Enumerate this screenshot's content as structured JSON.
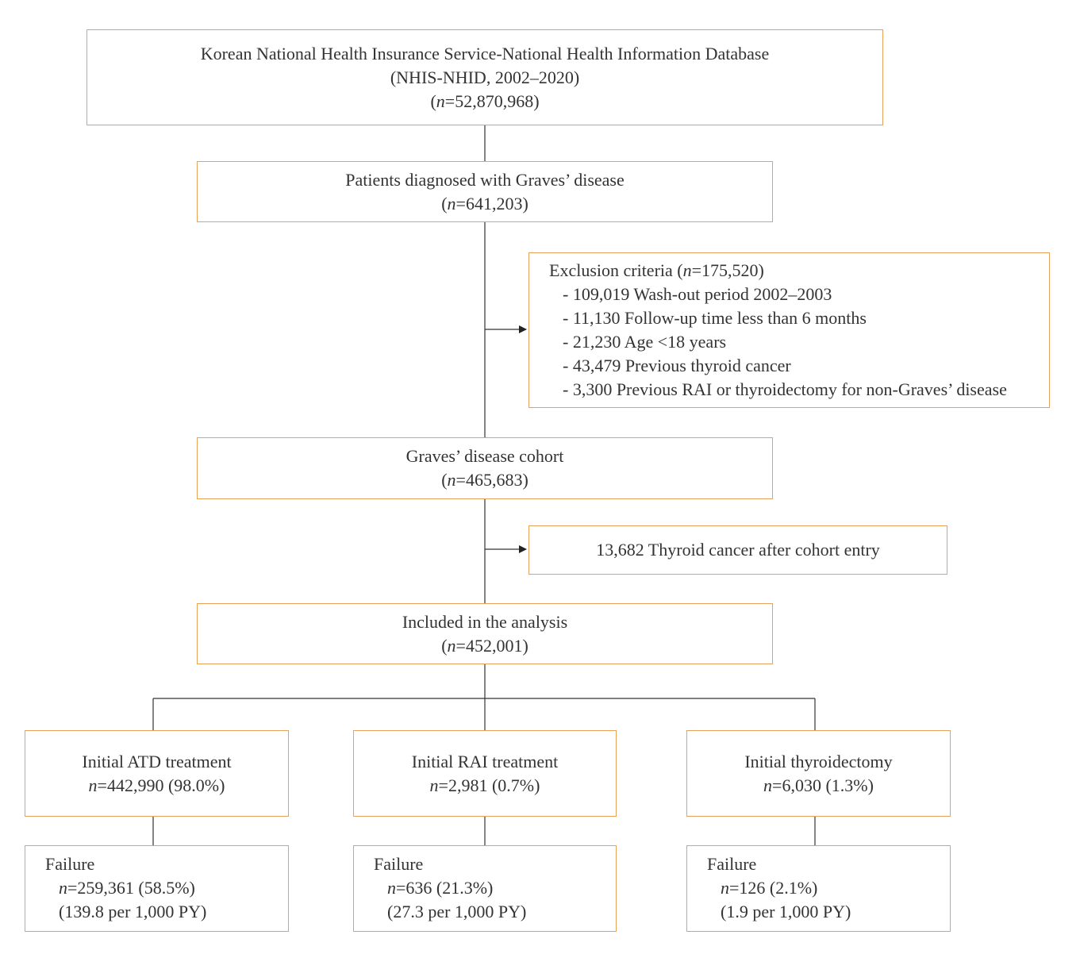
{
  "source": {
    "line1": "Korean National Health Insurance Service-National Health Information Database",
    "line2": "(NHIS-NHID, 2002–2020)",
    "n_prefix": "(",
    "n_var": "n",
    "n_value": "=52,870,968)"
  },
  "diagnosed": {
    "title": "Patients diagnosed with Graves’ disease",
    "n_prefix": "(",
    "n_var": "n",
    "n_value": "=641,203)"
  },
  "exclusion": {
    "title_prefix": "Exclusion criteria (",
    "n_var": "n",
    "title_suffix": "=175,520)",
    "items": [
      "- 109,019 Wash-out period 2002–2003",
      "- 11,130 Follow-up time less than 6 months",
      "- 21,230 Age <18 years",
      "- 43,479 Previous thyroid cancer",
      "- 3,300 Previous RAI or thyroidectomy for non-Graves’ disease"
    ]
  },
  "cohort": {
    "title": "Graves’ disease cohort",
    "n_prefix": "(",
    "n_var": "n",
    "n_value": "=465,683)"
  },
  "thyroid_cancer": {
    "label": "13,682 Thyroid cancer after cohort entry"
  },
  "included": {
    "title": "Included in the analysis",
    "n_prefix": "(",
    "n_var": "n",
    "n_value": "=452,001)"
  },
  "treatments": [
    {
      "title": "Initial ATD treatment",
      "n_var": "n",
      "n_value": "=442,990 (98.0%)",
      "failure_label": "Failure",
      "failure_n_var": "n",
      "failure_n_value": "=259,361 (58.5%)",
      "failure_rate": "(139.8 per 1,000 PY)"
    },
    {
      "title": "Initial RAI treatment",
      "n_var": "n",
      "n_value": "=2,981 (0.7%)",
      "failure_label": "Failure",
      "failure_n_var": "n",
      "failure_n_value": "=636 (21.3%)",
      "failure_rate": "(27.3 per 1,000 PY)"
    },
    {
      "title": "Initial thyroidectomy",
      "n_var": "n",
      "n_value": "=6,030 (1.3%)",
      "failure_label": "Failure",
      "failure_n_var": "n",
      "failure_n_value": "=126 (2.1%)",
      "failure_rate": "(1.9 per 1,000 PY)"
    }
  ],
  "colors": {
    "box_border": "#e8a15a",
    "connector": "#333333",
    "text": "#333333"
  }
}
